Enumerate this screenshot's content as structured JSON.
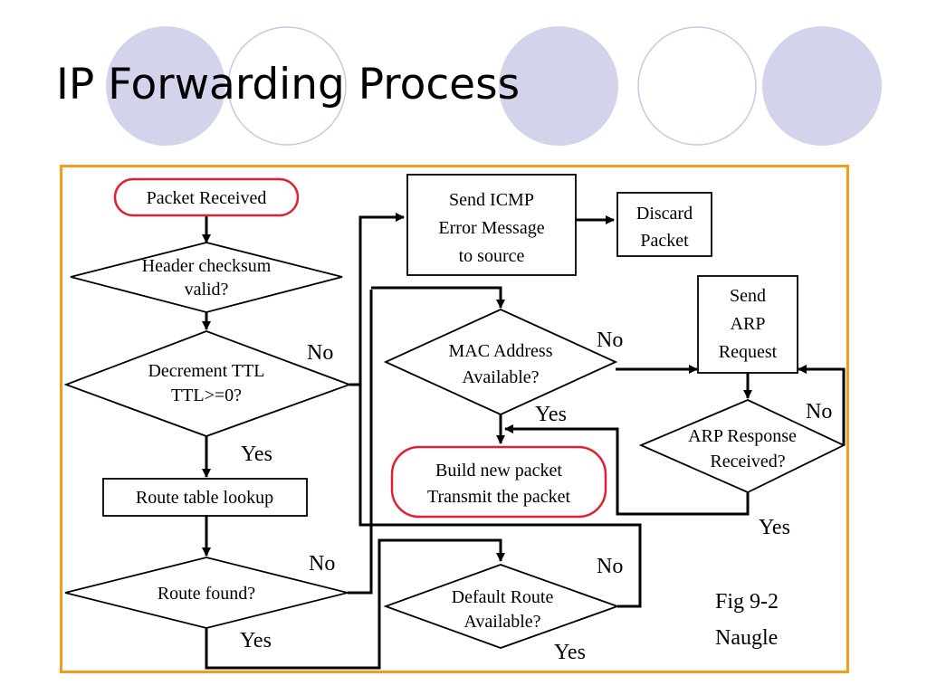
{
  "slide": {
    "title": "IP Forwarding Process"
  },
  "flowchart": {
    "start": "Packet Received",
    "checksum": [
      "Header checksum",
      "valid?"
    ],
    "ttl": [
      "Decrement TTL",
      "TTL>=0?"
    ],
    "lookup": "Route table lookup",
    "route_found": "Route found?",
    "icmp": [
      "Send ICMP",
      "Error Message",
      "to source"
    ],
    "discard": [
      "Discard",
      "Packet"
    ],
    "mac": [
      "MAC Address",
      "Available?"
    ],
    "build": [
      "Build new packet",
      "Transmit the packet"
    ],
    "arp_send": [
      "Send",
      "ARP",
      "Request"
    ],
    "arp_resp": [
      "ARP Response",
      "Received?"
    ],
    "default_route": [
      "Default Route",
      "Available?"
    ],
    "labels": {
      "yes": "Yes",
      "no": "No"
    },
    "caption": [
      "Fig 9-2",
      "Naugle"
    ]
  },
  "colors": {
    "frame": "#f49b1a",
    "terminal": "#e02030",
    "circle_fill": "#d3d3ec",
    "circle_stroke": "#c8c8e6"
  }
}
